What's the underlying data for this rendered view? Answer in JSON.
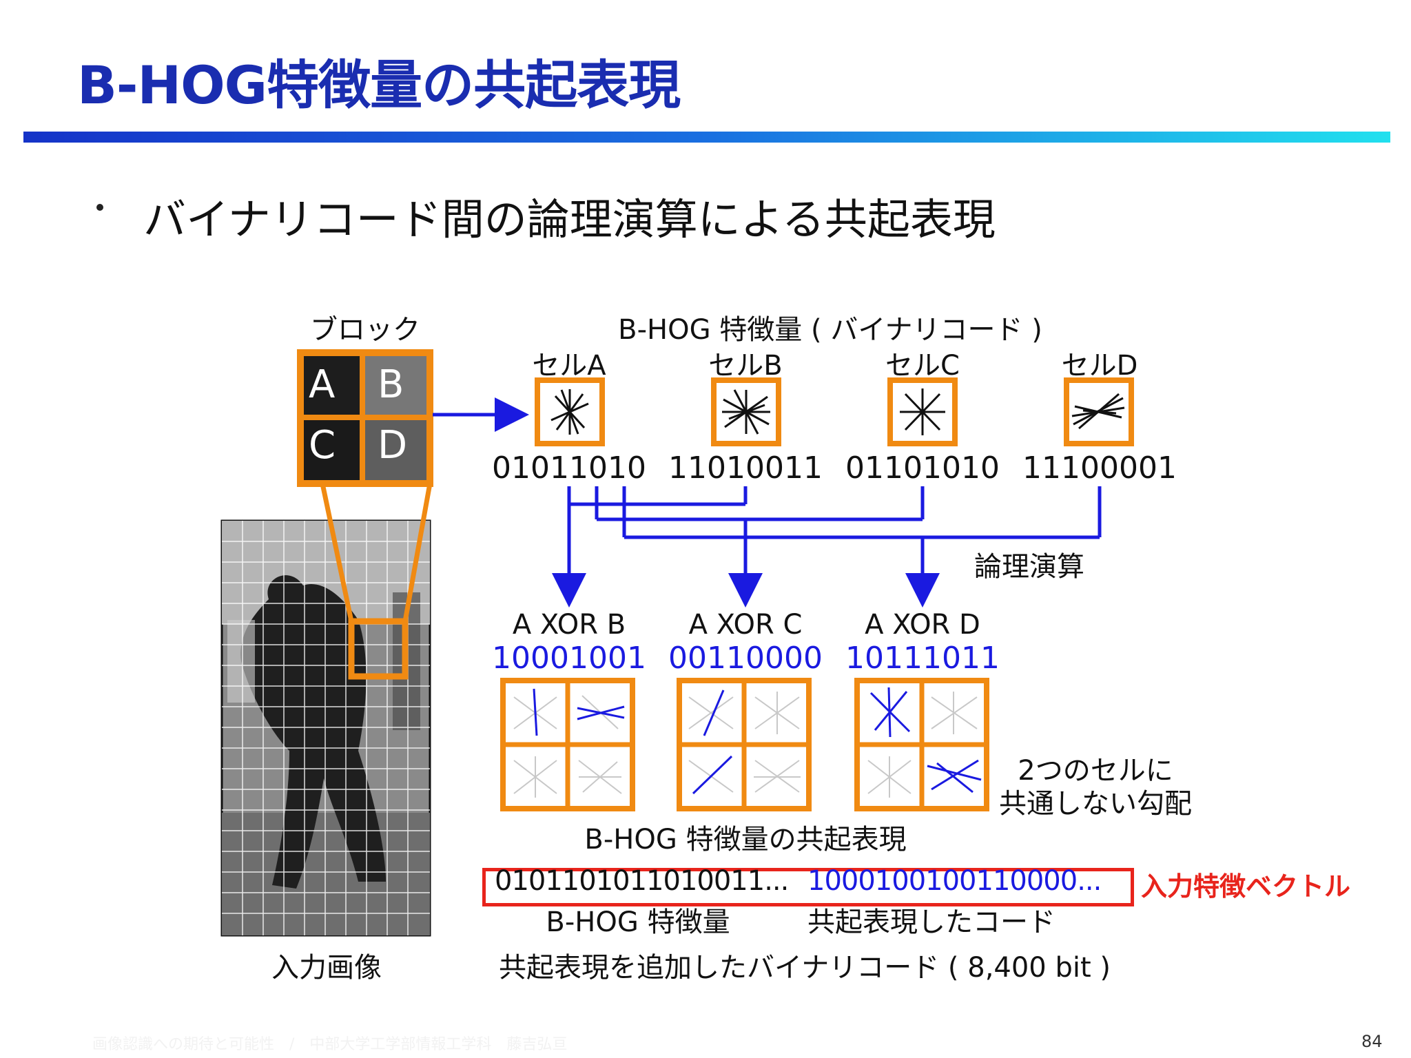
{
  "slide": {
    "title": "B-HOG特徴量の共起表現",
    "bullet": "バイナリコード間の論理演算による共起表現",
    "page_number": "84",
    "footer": "画像認識への期待と可能性　/　中部大学工学部情報工学科　藤吉弘亘"
  },
  "diagram": {
    "block_label": "ブロック",
    "block_cells": [
      "A",
      "B",
      "C",
      "D"
    ],
    "feature_heading": "B-HOG 特徴量 ( バイナリコード )",
    "cells": [
      {
        "name": "セルA",
        "code": "01011010"
      },
      {
        "name": "セルB",
        "code": "11010011"
      },
      {
        "name": "セルC",
        "code": "01101010"
      },
      {
        "name": "セルD",
        "code": "11100001"
      }
    ],
    "logic_label": "論理演算",
    "xor_results": [
      {
        "label": "A XOR B",
        "code": "10001001"
      },
      {
        "label": "A XOR C",
        "code": "00110000"
      },
      {
        "label": "A XOR D",
        "code": "10111011"
      }
    ],
    "uncommon_note_line1": "2つのセルに",
    "uncommon_note_line2": "共通しない勾配",
    "cooccurrence_caption": "B-HOG 特徴量の共起表現",
    "vector_bits_black": "0101101011010011...",
    "vector_bits_blue": "1000100100110000...",
    "vector_label": "入力特徴ベクトル",
    "vector_part1": "B-HOG 特徴量",
    "vector_part2": "共起表現したコード",
    "vector_caption": "共起表現を追加したバイナリコード ( 8,400 bit )",
    "input_image_label": "入力画像"
  },
  "colors": {
    "title": "#1a2db0",
    "accent_orange": "#f08a12",
    "arrow_blue": "#1a1ae0",
    "highlight_red": "#e8241c"
  }
}
